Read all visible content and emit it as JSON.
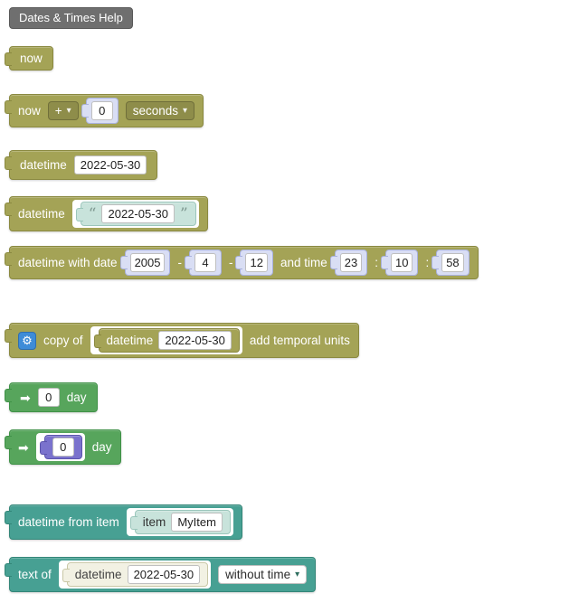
{
  "help_button": {
    "label": "Dates & Times Help"
  },
  "icons": {
    "dropdown_arrow": "▾",
    "gear": "⚙",
    "arrow_right": "➡",
    "open_quote": "“",
    "close_quote": "”"
  },
  "blocks": {
    "now": {
      "label": "now"
    },
    "now_plus": {
      "label": "now",
      "operator": "+",
      "value": "0",
      "unit": "seconds"
    },
    "datetime_text": {
      "label": "datetime",
      "value": "2022-05-30"
    },
    "datetime_string": {
      "label": "datetime",
      "value": "2022-05-30"
    },
    "datetime_with": {
      "label": "datetime with date",
      "year": "2005",
      "dash1": "-",
      "month": "4",
      "dash2": "-",
      "day": "12",
      "time_label": "and time",
      "hour": "23",
      "colon1": ":",
      "minute": "10",
      "colon2": ":",
      "second": "58"
    },
    "copy_of": {
      "label": "copy of",
      "inner": {
        "label": "datetime",
        "value": "2022-05-30"
      },
      "suffix": "add temporal units"
    },
    "duration_plain": {
      "value": "0",
      "unit": "day"
    },
    "duration_socket": {
      "value": "0",
      "unit": "day"
    },
    "from_item": {
      "label": "datetime from item",
      "inner": {
        "label": "item",
        "value": "MyItem"
      }
    },
    "text_of": {
      "label": "text of",
      "inner": {
        "label": "datetime",
        "value": "2022-05-30"
      },
      "dropdown": "without time"
    }
  },
  "colors": {
    "olive": "#a4a356",
    "olive_bd": "#8a8940",
    "green": "#57a55c",
    "green_bd": "#3f9147",
    "teal": "#47a093",
    "teal_bd": "#338678",
    "lteal": "#c8e3db",
    "lteal_bd": "#9bc6bb",
    "shadow": "#d9def4",
    "shadow_bd": "#a9b1dd",
    "violet": "#7a72cd",
    "violet_bd": "#5b53ad",
    "lolive": "#f2f1e3",
    "lolive_bd": "#c9c7a6",
    "gear_blue": "#3e8cd8",
    "help_gray": "#6f6f6f",
    "help_gray_bd": "#585858"
  }
}
